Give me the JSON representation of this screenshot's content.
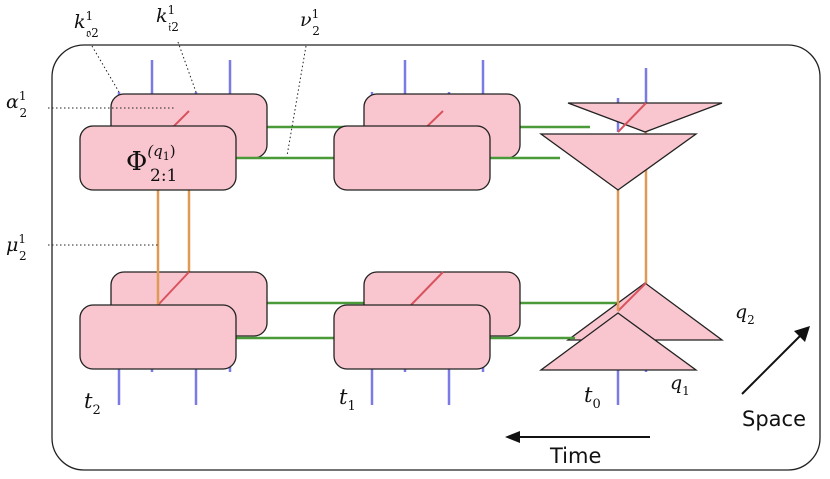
{
  "labels": {
    "k_o": {
      "base": "k",
      "sup": "1",
      "sub": "𝔬2"
    },
    "k_i": {
      "base": "k",
      "sup": "1",
      "sub": "𝔦2"
    },
    "nu": {
      "base": "ν",
      "sup": "1",
      "sub": "2"
    },
    "alpha": {
      "base": "α",
      "sup": "1",
      "sub": "2"
    },
    "mu": {
      "base": "μ",
      "sup": "1",
      "sub": "2"
    },
    "phi": {
      "base": "Φ",
      "sup": "(q",
      "sup_sub": "1",
      "sup_close": ")",
      "sub": "2:1"
    },
    "t2": {
      "base": "t",
      "sub": "2"
    },
    "t1": {
      "base": "t",
      "sub": "1"
    },
    "t0": {
      "base": "t",
      "sub": "0"
    },
    "q2": {
      "base": "q",
      "sub": "2"
    },
    "q1": {
      "base": "q",
      "sub": "1"
    }
  },
  "axes": {
    "time": "Time",
    "space": "Space"
  },
  "colors": {
    "block_fill": "#f9c6cf",
    "block_stroke": "#222222",
    "leg_blue": "#7b7be6",
    "bond_green": "#4a9a3a",
    "bond_orange": "#e09a55",
    "diag_red": "#d9535f"
  }
}
